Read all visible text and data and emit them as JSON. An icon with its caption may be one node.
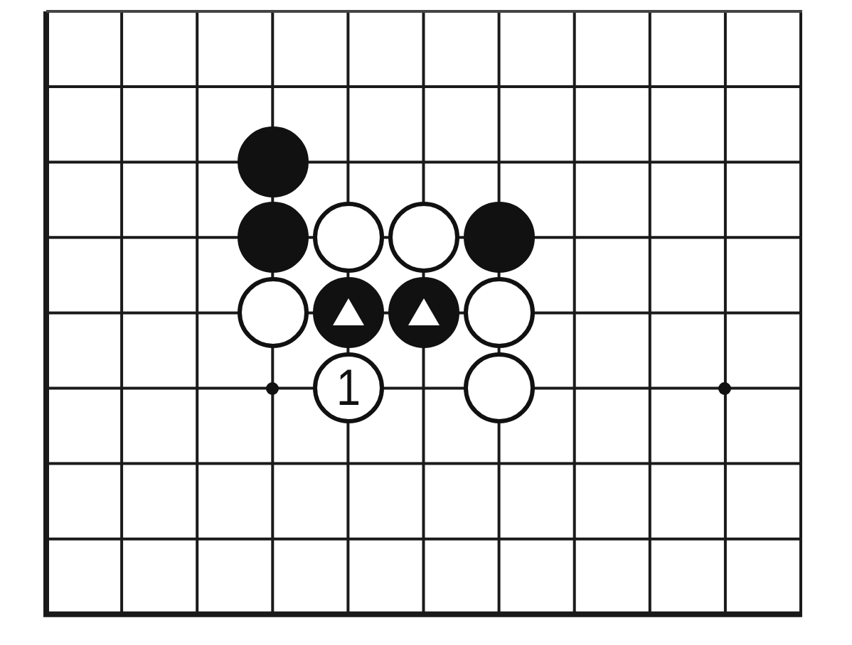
{
  "diagram": {
    "nodes": [
      {
        "text": [],
        "shape": "circle"
      },
      {
        "text": [],
        "shape": "circle"
      },
      {
        "text": [],
        "shape": "circle"
      },
      {
        "text": [],
        "shape": "circle"
      },
      {
        "text": [],
        "shape": "circle"
      },
      {
        "text": [],
        "shape": "circle"
      },
      {
        "text": [],
        "shape": "circle"
      },
      {
        "text": [],
        "shape": "circle"
      },
      {
        "text": [],
        "shape": "circle"
      },
      {
        "text": [
          "1"
        ]
      },
      {
        "text": [],
        "shape": "circle"
      }
    ]
  }
}
